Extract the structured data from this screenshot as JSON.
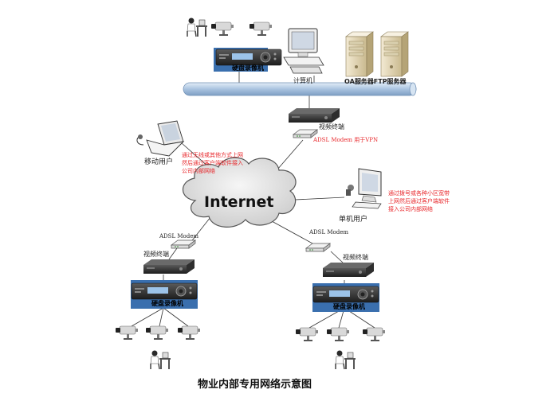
{
  "caption": "物业内部专用网络示意图",
  "internet_label": "Internet",
  "colors": {
    "note_red": "#e8282c",
    "backbone_blue": "#b8cfe6",
    "dvr_panel": "#3a6fae",
    "cloud_fill": "#e7e7e7"
  },
  "nodes": {
    "top_dvr": "硬盘录像机",
    "computer": "计算机",
    "servers": "OA服务器FTP服务器",
    "video_terminal_top": "视频终端",
    "adsl_top": "ADSL Modem 用于VPN",
    "mobile_user": "移动用户",
    "single_user": "单机用户",
    "adsl_left": "ADSL Modem",
    "video_terminal_left": "视频终端",
    "dvr_left": "硬盘录像机",
    "adsl_right": "ADSL Modem",
    "video_terminal_right": "视频终端",
    "dvr_right": "硬盘录像机"
  },
  "notes": {
    "mobile": [
      "通过无线或其他方式上网",
      "然后通过客户端软件接入",
      "公司内部网络"
    ],
    "single": [
      "通过拨号或各种小区宽带",
      "上网然后通过客户端软件",
      "接入公司内部网络"
    ]
  },
  "icons": [
    "operator-icon",
    "camera-icon",
    "dvr-icon",
    "computer-icon",
    "server-icon",
    "video-terminal-icon",
    "modem-icon",
    "laptop-icon",
    "desktop-monitor-icon",
    "cloud-icon"
  ]
}
